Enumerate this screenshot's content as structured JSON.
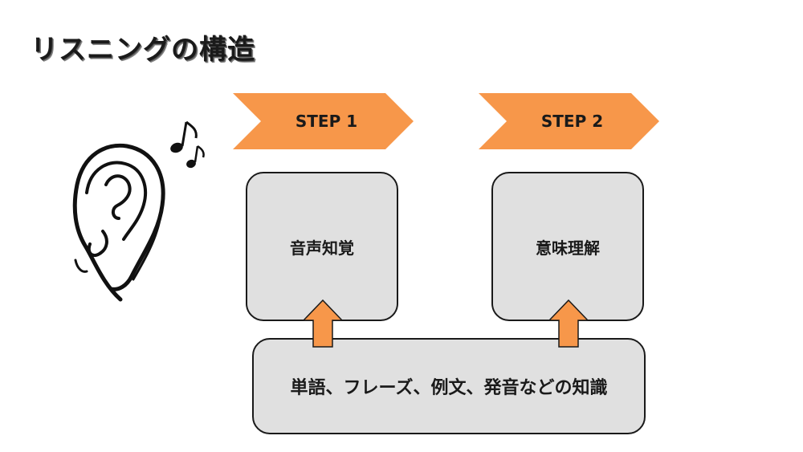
{
  "title": "リスニングの構造",
  "steps": [
    {
      "label": "STEP 1",
      "box_text": "音声知覚"
    },
    {
      "label": "STEP 2",
      "box_text": "意味理解"
    }
  ],
  "base_box_text": "単語、フレーズ、例文、発音などの知識",
  "colors": {
    "accent": "#f7974a",
    "box_fill": "#e0e0e0",
    "outline": "#1a1a1a"
  },
  "icons": [
    "ear-icon",
    "music-note-icon"
  ]
}
